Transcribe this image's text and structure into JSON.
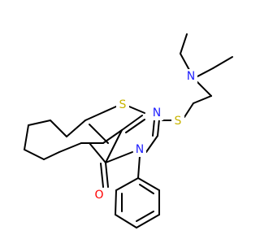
{
  "molecule": {
    "atoms": {
      "sulfur_ring": "S",
      "sulfur_thioether": "S",
      "nitrogen_ring_top": "N",
      "nitrogen_ring_phenyl": "N",
      "nitrogen_amine": "N",
      "oxygen_carbonyl": "O"
    },
    "colors": {
      "sulfur": "#c8b400",
      "nitrogen": "#2222ff",
      "oxygen": "#ff0000",
      "bond": "#000000"
    }
  }
}
